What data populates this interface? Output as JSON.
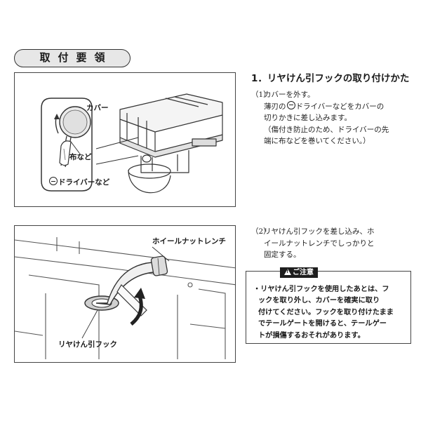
{
  "section_title": "取付要領",
  "panel1": {
    "label_cover": "カバー",
    "label_cloth": "布など",
    "label_driver": "ドライバーなど"
  },
  "panel2": {
    "label_wrench": "ホイールナットレンチ",
    "label_hook": "リヤけん引フック"
  },
  "heading": "1．リヤけん引フックの取り付けかた",
  "step1": {
    "num": "（1）",
    "line1": "カバーを外す。",
    "line2_pre": "薄刃の",
    "line2_post": "ドライバーなどをカバーの",
    "line3": "切りかきに差し込みます。",
    "line4": "（傷付き防止のため、ドライバーの先",
    "line5": "端に布などを巻いてください。）"
  },
  "step2": {
    "num": "（2）",
    "line1": "リヤけん引フックを差し込み、ホ",
    "line2": "イールナットレンチでしっかりと",
    "line3": "固定する。"
  },
  "caution": {
    "title": "ご注意",
    "line1": "・リヤけん引フックを使用したあとは、フ",
    "line2": "ックを取り外し、カバーを確実に取り",
    "line3": "付けてください。フックを取り付けたまま",
    "line4": "でテールゲートを開けると、テールゲー",
    "line5": "トが損傷するおそれがあります。"
  }
}
